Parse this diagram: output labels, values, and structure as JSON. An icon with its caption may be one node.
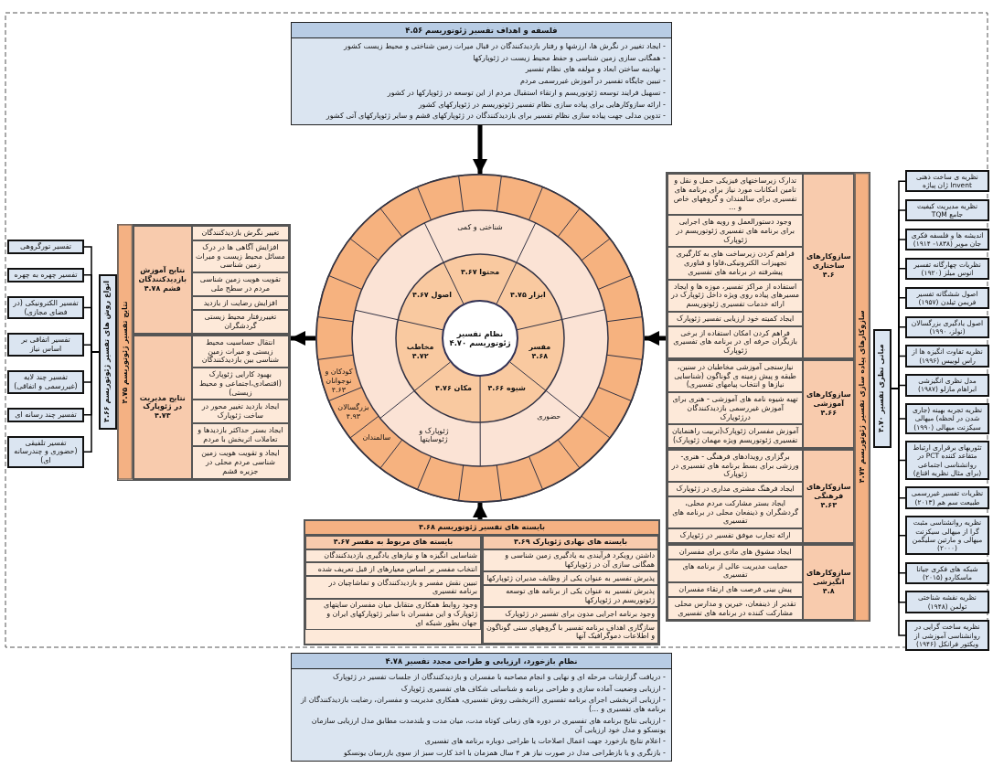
{
  "diagram": {
    "nodes": [
      {
        "text": [
          "فلسفه و اهداف تفسیر ژئوتوریسم ۴.۵۶",
          "- ایجاد تغییر در نگرش ها، ارزشها و رفتار بازدیدکنندگان در قبال میراث زمین شناختی و محیط زیست کشور",
          "- همگانی سازی زمین شناسی و حفظ محیط زیست در ژئوپارکها",
          "- نهادینه ساختن ابعاد و مولفه های نظام تفسیر",
          "- تبیین جایگاه تفسیر در آموزش غیررسمی مردم",
          "- تسهیل فرایند توسعه ژئوتوریسم و ارتقاء استقبال مردم از این توسعه در ژئوپارکها در کشور",
          "- ارائه سازوکارهایی برای پیاده سازی نظام تفسیر ژئوتوریسم در ژئوپارکهای کشور",
          "- تدوین مدلی جهت پیاده سازی نظام تفسیر برای بازدیدکنندگان در ژئوپارکهای قشم و سایر ژئوپارکهای آتی کشور"
        ]
      },
      {
        "text": [],
        "shape": "circle"
      },
      {
        "text": [
          "نظام تفسیر ژئوتوریسم",
          "۴.۷۰"
        ],
        "in": 1
      },
      {
        "text": [
          "محتوا",
          "۴.۶۷"
        ],
        "in": 1
      },
      {
        "text": [
          "ابزار",
          "۴.۷۵"
        ],
        "in": 1
      },
      {
        "text": [
          "مفسر",
          "۴.۶۸"
        ],
        "in": 1
      },
      {
        "text": [
          "مکان",
          "۴.۷۶"
        ],
        "in": 1
      },
      {
        "text": [
          "مخاطب",
          "۴.۷۲"
        ],
        "in": 1
      },
      {
        "text": [
          "شیوه",
          "۴.۶۶"
        ],
        "in": 1
      },
      {
        "text": [
          "سازوکارهای پیاده سازی تفسیر ژئوتوریسم ۴.۷۴"
        ]
      },
      {
        "text": [
          "سازوکارهای ساختاری ۴.۶"
        ],
        "in": 9
      },
      {
        "text": [
          "تدارک زیرساختهای فیزیکی حمل و نقل و تامین امکانات مورد نیاز برای برنامه های تفسیری برای سالمندان و گروههای خاص و ..."
        ],
        "in": 10
      },
      {
        "text": [
          "وجود دستورالعمل و رویه های اجرایی برای برنامه های تفسیری ژئوتوریسم در ژئوپارک"
        ],
        "in": 10
      },
      {
        "text": [
          "فراهم کردن زیرساخت های به کارگیری تجهیزات الکترونیکی،فاوا و فناوری پیشرفته در برنامه های تفسیری"
        ],
        "in": 10
      },
      {
        "text": [
          "استفاده از مراکز تفسیر، موزه ها و ایجاد مسیرهای پیاده روی ویژه داخل ژئوپارک در ارائه خدمات تفسیری ژئوتوریسم"
        ],
        "in": 10
      },
      {
        "text": [
          "ایجاد کمیته خود ارزیابی تفسیر ژئوپارک"
        ],
        "in": 10
      },
      {
        "text": [
          "فراهم کردن امکان استفاده از برخی بازیگران حرفه ای در برنامه های تفسیری ژئوپارک"
        ],
        "in": 10
      },
      {
        "text": [
          "سازوکارهای آموزشی ۴.۶۶"
        ],
        "in": 9
      },
      {
        "text": [
          "نیازسنجی آموزشی مخاطبان در سنین، طبقه و پیش زمینه ی گوناگون (شناسایی نیازها و انتخاب پیامهای تفسیری)"
        ],
        "in": 17
      },
      {
        "text": [
          "تهیه شیوه نامه های آموزشی - هنری برای آموزش غیررسمی بازدیدکنندگان درژئوپارک"
        ],
        "in": 17
      },
      {
        "text": [
          "آموزش مفسران ژئوپارک(تربیت راهنمایان تفسیری ژئوتوریسم ویژه مهمان ژئوپارک)"
        ],
        "in": 17
      },
      {
        "text": [
          "سازوکارهای فرهنگی ۴.۶۳"
        ],
        "in": 9
      },
      {
        "text": [
          "برگزاری رویدادهای فرهنگی - هنری- ورزشی برای بسط برنامه های تفسیری در ژئوپارک"
        ],
        "in": 21
      },
      {
        "text": [
          "ایجاد فرهنگ مشتری مداری در ژئوپارک"
        ],
        "in": 21
      },
      {
        "text": [
          "ایجاد بستر مشارکت مردم محلی، گردشگران و ذینفعان محلی در برنامه های تفسیری"
        ],
        "in": 21
      },
      {
        "text": [
          "ارائه تجارب موفق تفسیر در ژئوپارک"
        ],
        "in": 21
      },
      {
        "text": [
          "سازوکارهای انگیزشی ۴.۸"
        ],
        "in": 9
      },
      {
        "text": [
          "ایجاد مشوق های مادی برای مفسران"
        ],
        "in": 26
      },
      {
        "text": [
          "حمایت مدیریت عالی از برنامه های تفسیری"
        ],
        "in": 26
      },
      {
        "text": [
          "پیش بینی فرصت های ارتقاء مفسران"
        ],
        "in": 26
      },
      {
        "text": [
          "تقدیر از ذینفعان، خیرین و مدارس محلی مشارکت کننده در برنامه های تفسیری"
        ],
        "in": 26
      },
      {
        "text": [
          "مبانی نظری تفسیر ۴.۷۰"
        ]
      },
      {
        "text": [
          "نظریه ی ساخت ذهنی Invent ژان پیاژه"
        ]
      },
      {
        "text": [
          "نظریه مدیریت کیفیت جامع TQM"
        ]
      },
      {
        "text": [
          "اندیشه ها و فلسفه فکری جان مویر (۱۸۳۸- ۱۹۱۴)"
        ]
      },
      {
        "text": [
          "نظریات چهارگانه تفسیر انوس میلز (۱۹۲۰)"
        ]
      },
      {
        "text": [
          "اصول ششگانه تفسیر فریمن تیلدن (۱۹۵۷)"
        ]
      },
      {
        "text": [
          "اصول یادگیری بزرگسالان (نولز، ۱۹۹۰)"
        ]
      },
      {
        "text": [
          "نظریه تفاوت انگیزه ها از راس لوییس (۱۹۹۶)"
        ]
      },
      {
        "text": [
          "مدل نظری انگیزشی ابراهام مازلو (۱۹۸۷)"
        ]
      },
      {
        "text": [
          "نظریه تجربه بهینه (جاری شدن در لحظه) میهالی سیکزنت میهالی (۱۹۹۰)"
        ]
      },
      {
        "text": [
          "تئوریهای برقراری ارتباط متقاعد کننده PCT در روانشناسی اجتماعی (برای مثال نظریه اقناع)"
        ]
      },
      {
        "text": [
          "نظریات تفسیر غیررسمی طبیعت سم هم (۲۰۱۳)"
        ]
      },
      {
        "text": [
          "نظریه روانشناسی مثبت گرا از میهالی سیکزنت میهالی و مارتین سلیگمن (۲۰۰۰)"
        ]
      },
      {
        "text": [
          "شبکه های فکری جیانا ماسکاردو (۲۰۱۵)"
        ]
      },
      {
        "text": [
          "نظریه نقشه شناختی تولمن (۱۹۴۸)"
        ]
      },
      {
        "text": [
          "نظریه ساخت گرایی در روانشناسی آموزشی از ویکتور فرانکل (۱۹۴۶)"
        ]
      },
      {
        "text": [
          "نتایج تفسیر ژئوتوریسم ۴.۷۵"
        ]
      },
      {
        "text": [
          "نتایج آموزش بازدیدکنندگان قشم ۴.۷۸"
        ],
        "in": 47
      },
      {
        "text": [
          "تغییر نگرش بازدیدکنندگان"
        ],
        "in": 48
      },
      {
        "text": [
          "افزایش آگاهی ها در درک مسائل محیط زیست و میراث زمین شناسی"
        ],
        "in": 48
      },
      {
        "text": [
          "تقویت هویت زمین شناسی مردم در سطح ملی"
        ],
        "in": 48
      },
      {
        "text": [
          "افزایش رضایت از بازدید"
        ],
        "in": 48
      },
      {
        "text": [
          "تغییررفتار محیط زیستی گردشگران"
        ],
        "in": 48
      },
      {
        "text": [
          "نتایج مدیریت در ژئوپارک ۴.۷۳"
        ],
        "in": 47
      },
      {
        "text": [
          "انتقال حساسیت محیط زیستی و میراث زمین شناسی بین بازدیدکنندگان"
        ],
        "in": 54
      },
      {
        "text": [
          "بهبود کارایی ژئوپارک (اقتصادی،اجتماعی و محیط زیستی)"
        ],
        "in": 54
      },
      {
        "text": [
          "ایجاد بازدید تغییر محور در ساخت ژئوپارک"
        ],
        "in": 54
      },
      {
        "text": [
          "ایجاد بستر حداکثر بازدیدها و تعاملات اثربخش با مردم"
        ],
        "in": 54
      },
      {
        "text": [
          "ایجاد و تقویت هویت زمین شناسی مردم محلی در جزیره قشم"
        ],
        "in": 54
      },
      {
        "text": [
          "انواع روش های تفسیر ژئوتوریسم ۴.۶۶"
        ]
      },
      {
        "text": [
          "تفسیر تورگروهی"
        ]
      },
      {
        "text": [
          "تفسیر چهره به چهره"
        ]
      },
      {
        "text": [
          "تفسیر الکترونیکی (در فضای مجازی)"
        ]
      },
      {
        "text": [
          "تفسیر اتفاقی بر اساس نیاز"
        ]
      },
      {
        "text": [
          "تفسیر چند لایه (غیررسمی و اتفاقی)"
        ]
      },
      {
        "text": [
          "تفسیر چند رسانه ای"
        ]
      },
      {
        "text": [
          "تفسیر تلفیقی (حضوری و چندرسانه ای)"
        ]
      },
      {
        "text": [
          "بایسته های تفسیر ژئوتوریسم ۴.۶۸"
        ]
      },
      {
        "text": [
          "بایسته های نهادی ژئوپارک ۴.۶۹"
        ],
        "in": 68
      },
      {
        "text": [
          "داشتن رویکرد فرآیندی به یادگیری زمین شناسی و همگانی سازی آن در ژئوپارکها"
        ],
        "in": 69
      },
      {
        "text": [
          "پذیرش تفسیر به عنوان یکی از وظایف مدیران ژئوپارکها"
        ],
        "in": 69
      },
      {
        "text": [
          "پذیرش تفسیر به عنوان یکی از برنامه های توسعه ژئوتوریسم در ژئوپارکها"
        ],
        "in": 69
      },
      {
        "text": [
          "وجود برنامه اجرایی مدون برای تفسیر در ژئوپارک"
        ],
        "in": 69
      },
      {
        "text": [
          "سازگاری اهداف برنامه تفسیر با گروههای سنی گوناگون و اطلاعات دموگرافیک آنها"
        ],
        "in": 69
      },
      {
        "text": [
          "بایسته های مربوط به مفسر ۴.۶۷"
        ],
        "in": 68
      },
      {
        "text": [
          "شناسایی انگیزه ها و نیازهای یادگیری بازدیدکنندگان"
        ],
        "in": 75
      },
      {
        "text": [
          "انتخاب مفسر بر اساس معیارهای از قبل تعریف شده"
        ],
        "in": 75
      },
      {
        "text": [
          "تبیین نقش مفسر و بازدیدکنندگان و تماشاچیان در برنامه تفسیری"
        ],
        "in": 75
      },
      {
        "text": [
          "وجود روابط همکاری متقابل میان مفسران سایتهای ژئوپارک و این مفسران با سایر ژئوپارکهای ایران و جهان بطور شبکه ای"
        ],
        "in": 75
      },
      {
        "text": [
          "نظام بازخورد، ارزیابی و طراحی مجدد تفسیر ۴.۷۸",
          "- دریافت گزارشات مرحله ای و نهایی و انجام مصاحبه با مفسران و بازدیدکنندگان از جلسات تفسیر در ژئوپارک",
          "- ارزیابی وضعیت آماده سازی و طراحی برنامه و شناسایی شکاف های تفسیری ژئوپارک",
          "- ارزیابی اثربخشی اجرای برنامه تفسیری (اثربخشی روش تفسیری، همکاری مدیریت و مفسران، رضایت بازدیدکنندگان از برنامه های تفسیری و ...)",
          "- ارزیابی نتایج برنامه های تفسیری در دوره های زمانی کوتاه مدت، میان مدت و بلندمدت مطابق مدل ارزیابی سازمان یونسکو و مدل خود ارزیابی آن",
          "- اعلام نتایج بازخورد جهت اعمال اصلاحات یا طراحی دوباره برنامه های تفسیری",
          "- بازنگری و یا بازطراحی مدل در صورت نیاز هر ۴ سال همزمان با اخذ کارت سبز از سوی بازرسان یونسکو"
        ]
      },
      {
        "text": [
          "اصول",
          "۴.۶۷"
        ],
        "in": 1
      }
    ],
    "labels": [
      "شناختی و کمی",
      "حضوری",
      "ژئوپارک و ژئوسایتها",
      "سالمندان",
      "بزرگسالان ۴.۹۳",
      "کودکان و نوجوانان ۴.۶۳"
    ],
    "edges": [
      {
        "from": 0,
        "to": 1,
        "arrow": "to",
        "style": "thick"
      },
      {
        "from": 9,
        "to": 1,
        "arrow": "to",
        "style": "thick"
      },
      {
        "from": 68,
        "to": 1,
        "arrow": "to",
        "style": "thick"
      },
      {
        "from": 1,
        "to": 47,
        "arrow": "to",
        "style": "thick"
      },
      {
        "from": 32,
        "to": 31,
        "arrow": "none"
      },
      {
        "from": 33,
        "to": 31,
        "arrow": "none"
      },
      {
        "from": 34,
        "to": 31,
        "arrow": "none"
      },
      {
        "from": 35,
        "to": 31,
        "arrow": "none"
      },
      {
        "from": 36,
        "to": 31,
        "arrow": "none"
      },
      {
        "from": 37,
        "to": 31,
        "arrow": "none"
      },
      {
        "from": 38,
        "to": 31,
        "arrow": "none"
      },
      {
        "from": 39,
        "to": 31,
        "arrow": "none"
      },
      {
        "from": 40,
        "to": 31,
        "arrow": "none"
      },
      {
        "from": 41,
        "to": 31,
        "arrow": "none"
      },
      {
        "from": 42,
        "to": 31,
        "arrow": "none"
      },
      {
        "from": 43,
        "to": 31,
        "arrow": "none"
      },
      {
        "from": 44,
        "to": 31,
        "arrow": "none"
      },
      {
        "from": 45,
        "to": 31,
        "arrow": "none"
      },
      {
        "from": 46,
        "to": 31,
        "arrow": "none"
      },
      {
        "from": 60,
        "to": 61,
        "arrow": "none"
      },
      {
        "from": 60,
        "to": 62,
        "arrow": "none"
      },
      {
        "from": 60,
        "to": 63,
        "arrow": "none"
      },
      {
        "from": 60,
        "to": 64,
        "arrow": "none"
      },
      {
        "from": 60,
        "to": 65,
        "arrow": "none"
      },
      {
        "from": 60,
        "to": 66,
        "arrow": "none"
      },
      {
        "from": 60,
        "to": 67,
        "arrow": "none"
      }
    ]
  }
}
